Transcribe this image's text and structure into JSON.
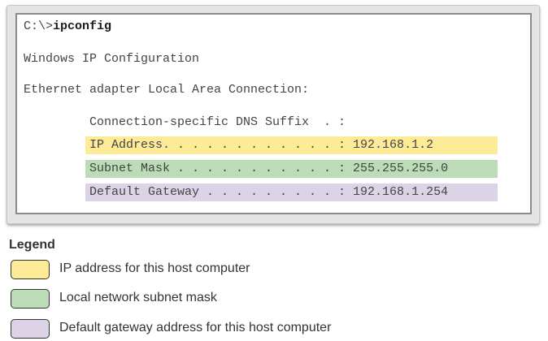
{
  "console": {
    "prompt": "C:\\>",
    "command": "ipconfig",
    "config_title": "Windows IP Configuration",
    "adapter_title": "Ethernet adapter Local Area Connection:",
    "dns_line": "Connection-specific DNS Suffix  . :",
    "ip_line": "IP Address. . . . . . . . . . . . : 192.168.1.2",
    "mask_line": "Subnet Mask . . . . . . . . . . . : 255.255.255.0",
    "gateway_line": "Default Gateway . . . . . . . . . : 192.168.1.254"
  },
  "legend": {
    "title": "Legend",
    "items": [
      {
        "label": "IP address for this host computer",
        "color": "#fdeb97"
      },
      {
        "label": "Local network subnet mask",
        "color": "#bcdcb7"
      },
      {
        "label": "Default gateway address for this host computer",
        "color": "#ddd3e6"
      }
    ]
  },
  "colors": {
    "ip_highlight": "#fdeb97",
    "mask_highlight": "#bcdcb7",
    "gateway_highlight": "#ddd3e6"
  }
}
